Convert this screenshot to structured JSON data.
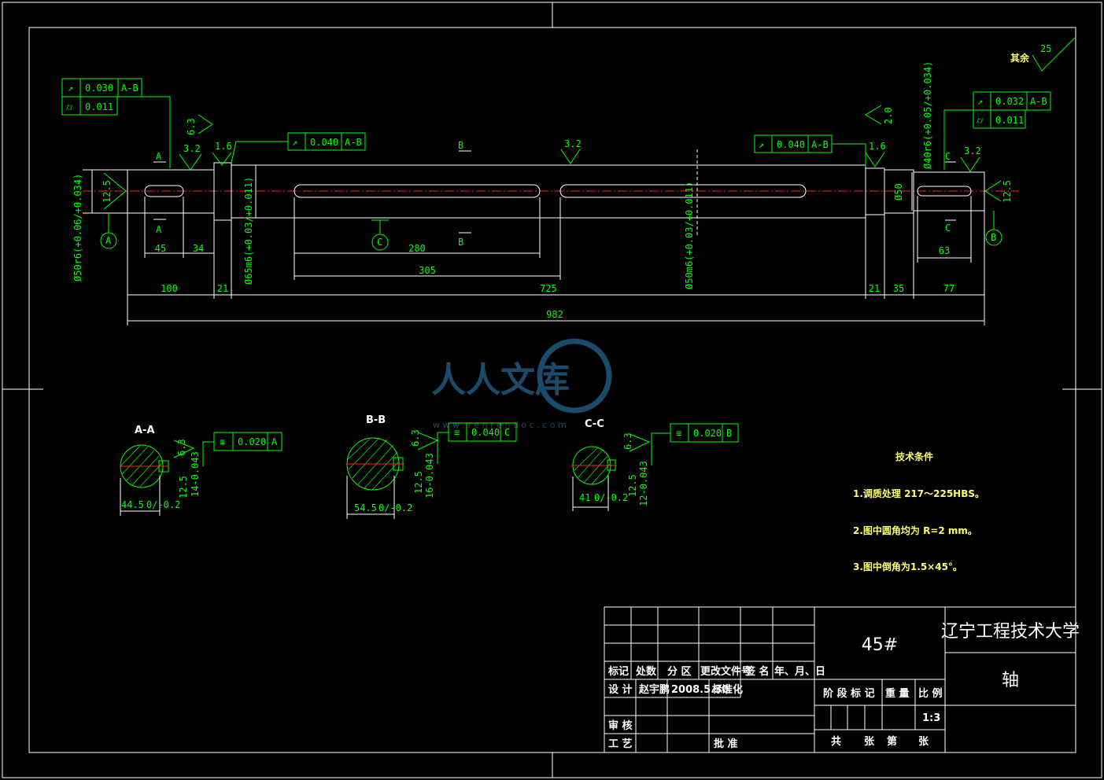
{
  "dimensions": {
    "d100": "100",
    "d21a": "21",
    "d725": "725",
    "d21b": "21",
    "d35": "35",
    "d77": "77",
    "d982": "982",
    "d45": "45",
    "d34": "34",
    "d280": "280",
    "d305": "305",
    "d63": "63"
  },
  "diameters": {
    "left_journal": "Ø50r6(+0.06/+0.034)",
    "left_shoulder": "Ø65m6(+0.03/+0.011)",
    "middle": "Ø50m6(+0.03/+0.011)",
    "right_shoulder": "Ø50",
    "right_journal": "Ø40r6(+0.05/+0.034)"
  },
  "surface_roughness": {
    "r63": "6.3",
    "r32a": "3.2",
    "r16a": "1.6",
    "r125a": "12.5",
    "r32b": "3.2",
    "r20": "2.0",
    "r16b": "1.6",
    "r32c": "3.2",
    "r125b": "12.5",
    "others_label": "其余",
    "others_value": "25"
  },
  "tolerance_frames": [
    {
      "symbol": "↗",
      "value": "0.030",
      "datum": "A-B"
    },
    {
      "symbol": "⌭",
      "value": "0.011",
      "datum": ""
    },
    {
      "symbol": "↗",
      "value": "0.040",
      "datum": "A-B"
    },
    {
      "symbol": "↗",
      "value": "0.040",
      "datum": "A-B"
    },
    {
      "symbol": "↗",
      "value": "0.032",
      "datum": "A-B"
    },
    {
      "symbol": "⌭",
      "value": "0.011",
      "datum": ""
    }
  ],
  "section_marks": {
    "a": "A",
    "b": "B",
    "c": "C",
    "datum_a": "A",
    "datum_b": "B",
    "datum_c": "C"
  },
  "sections": [
    {
      "title": "A-A",
      "width": "44.5",
      "tol": "0/-0.2",
      "rough": "6.3",
      "rough2": "12.5",
      "slot": "14-0.043",
      "sym_value": "0.020",
      "sym_datum": "A"
    },
    {
      "title": "B-B",
      "width": "54.5",
      "tol": "0/-0.2",
      "rough": "6.3",
      "rough2": "12.5",
      "slot": "16-0.043",
      "sym_value": "0.040",
      "sym_datum": "C"
    },
    {
      "title": "C-C",
      "width": "41",
      "tol": "0/-0.2",
      "rough": "6.3",
      "rough2": "12.5",
      "slot": "12-0.043",
      "sym_value": "0.020",
      "sym_datum": "B"
    }
  ],
  "notes": {
    "title": "技术条件",
    "n1": "1.调质处理  217～225HBS。",
    "n2": "2.图中圆角均为  R=2 mm。",
    "n3": "3.图中倒角为1.5×45°。"
  },
  "title_block": {
    "material": "45#",
    "university": "辽宁工程技术大学",
    "part_name": "轴",
    "h_mark": "标记",
    "h_count": "处数",
    "h_zone": "分 区",
    "h_doc": "更改文件号",
    "h_sign": "签 名",
    "h_date": "年、月、日",
    "design_label": "设 计",
    "designer": "赵宇鹏",
    "design_date": "2008.5.30",
    "standard_label": "标准化",
    "review_label": "审 核",
    "process_label": "工 艺",
    "approve_label": "批 准",
    "stage_label": "阶 段 标 记",
    "weight_label": "重 量",
    "scale_label": "比 例",
    "scale": "1:3",
    "total_label": "共",
    "sheets_label": "张",
    "page_label": "第",
    "sheet_label": "张"
  },
  "watermark": {
    "text": "人人文库",
    "url": "w w w . r e n r e n d o c . c o m"
  }
}
